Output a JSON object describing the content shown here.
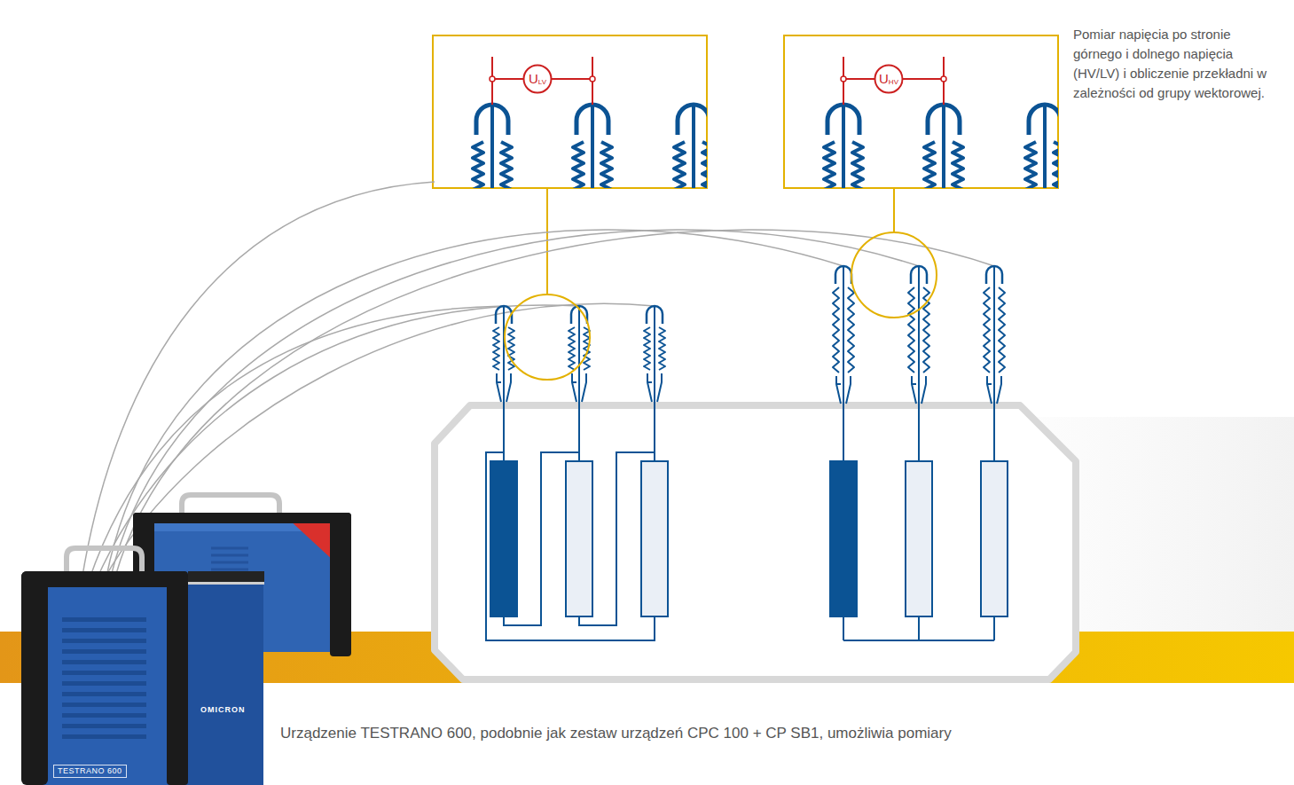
{
  "diagram": {
    "nodes": [
      {
        "text": [
          "U",
          "LV"
        ]
      },
      {
        "text": [
          "U",
          "HV"
        ]
      }
    ],
    "labels": [
      "Pomiar napięcia po stronie górnego i dolnego napięcia (HV/LV) i obliczenie przekładni w zależności od grupy wektorowej.",
      "Urządzenie TESTRANO 600, podobnie jak zestaw urządzeń CPC 100 + CP SB1, umożliwia pomiary",
      "TESTRANO 600",
      "OMICRON"
    ]
  }
}
